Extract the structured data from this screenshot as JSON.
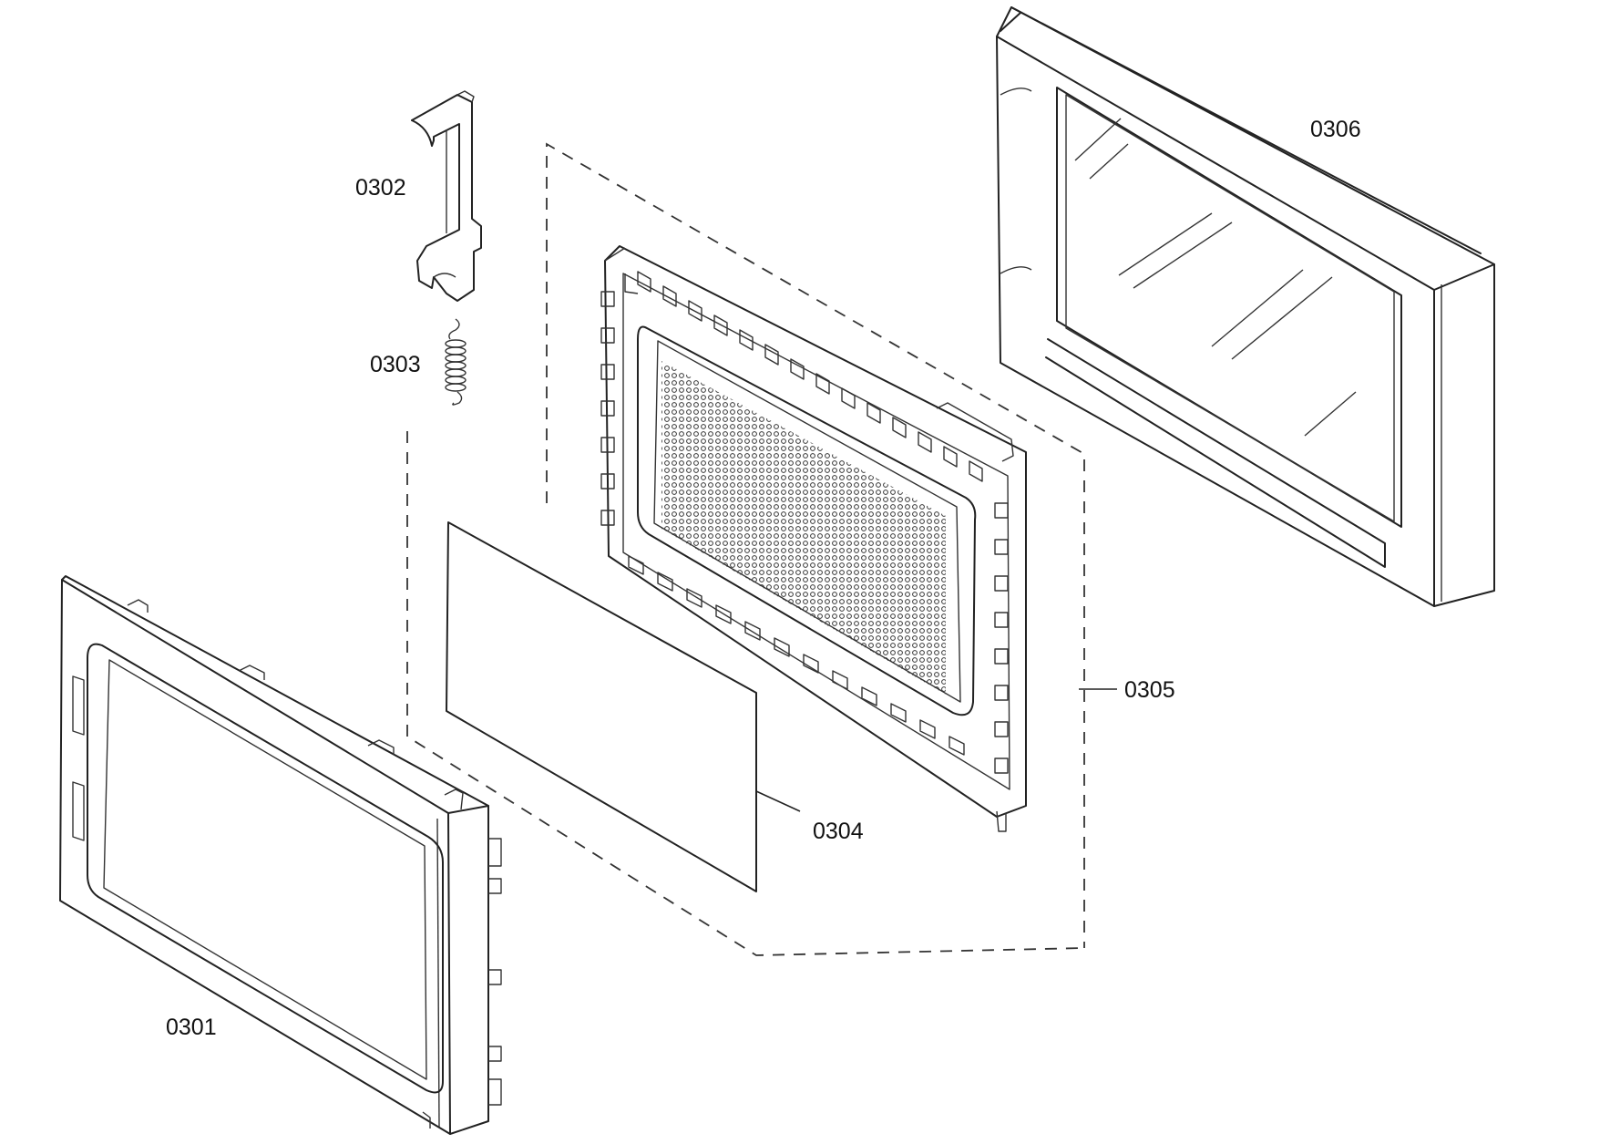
{
  "parts": [
    {
      "id": "door-frame",
      "label": "0301"
    },
    {
      "id": "latch-hook",
      "label": "0302"
    },
    {
      "id": "spring",
      "label": "0303"
    },
    {
      "id": "choke-cover",
      "label": "0304"
    },
    {
      "id": "inner-door-panel",
      "label": "0305"
    },
    {
      "id": "outer-door-glass",
      "label": "0306"
    }
  ]
}
